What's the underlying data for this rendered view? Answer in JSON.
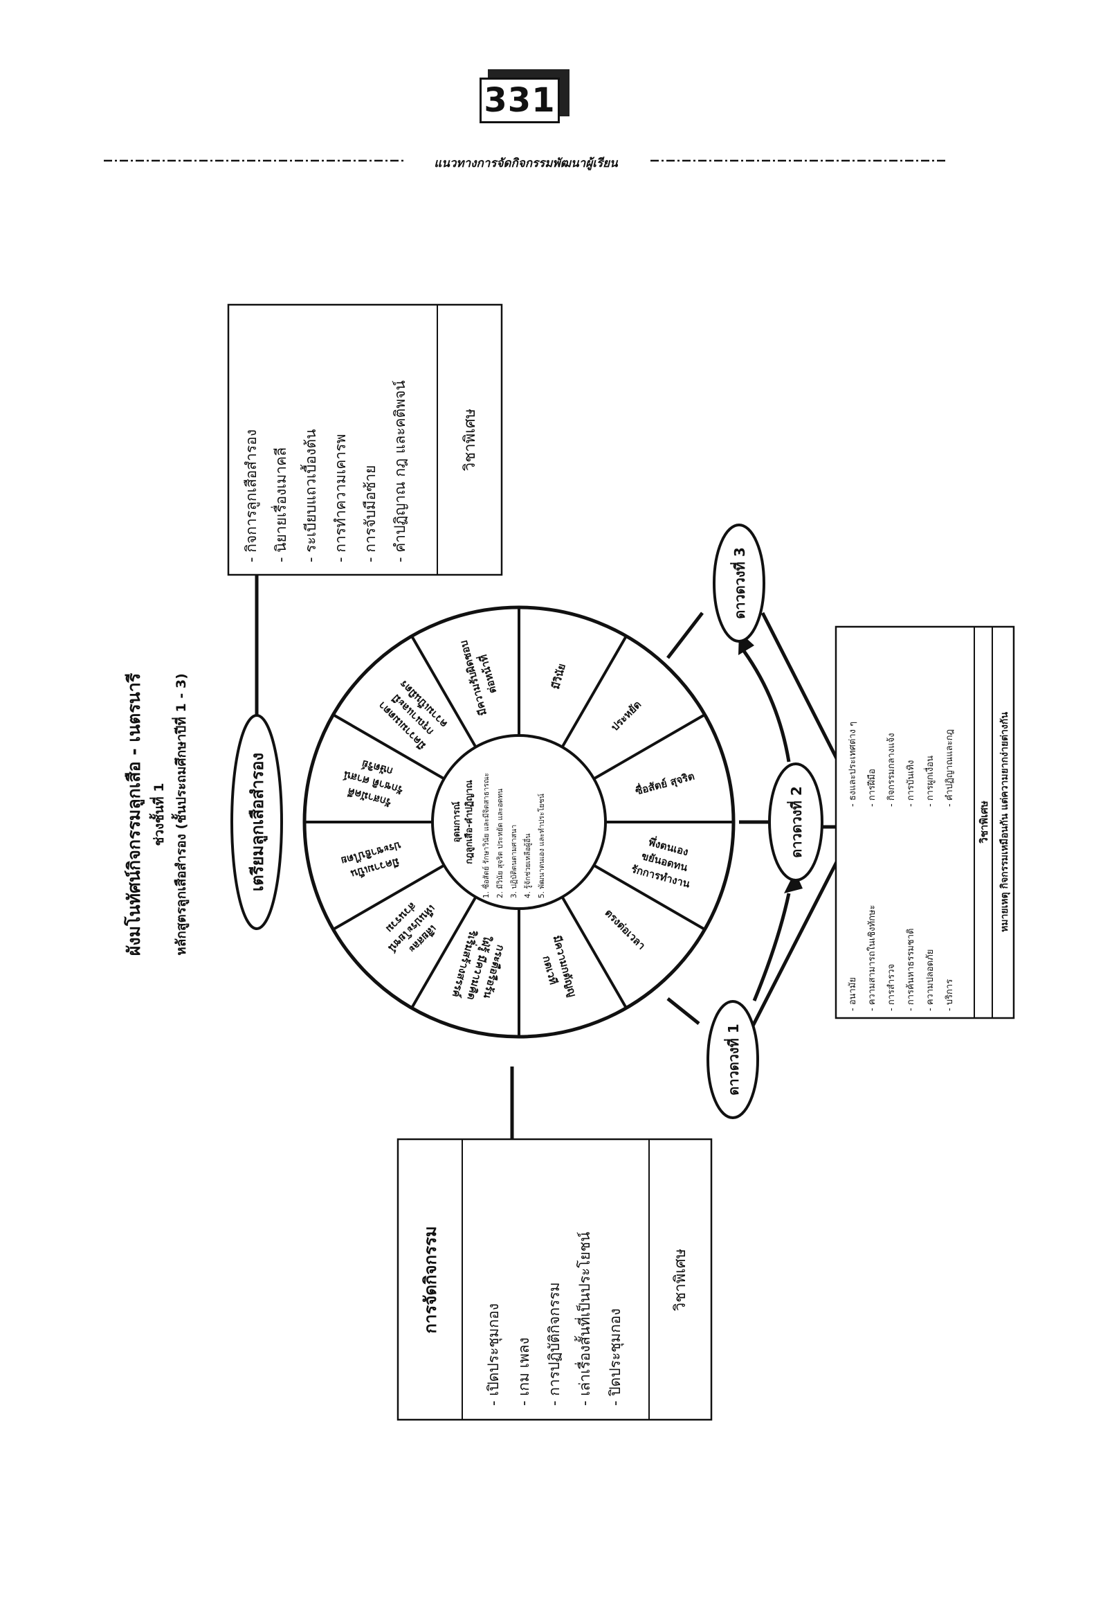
{
  "page_number": "331",
  "header_title": "แนวทางการจัดกิจกรรมพัฒนาผู้เรียน",
  "diagram_title": [
    "ผังมโนทัศน์กิจกรรมลูกเสือ - เนตรนารี",
    "ช่วงชั้นที่ 1",
    "หลักสูตรลูกเสือสำรอง (ชั้นประถมศึกษาปีที่ 1 - 3)"
  ],
  "hub": {
    "title": [
      "อุดมการณ์",
      "กฎลูกเสือ-คำปฏิญาณ"
    ],
    "lines": [
      "1. ซื่อสัตย์ รักษาวินัย และมีจิตสาธารณะ",
      "2. มีวินัย สุจริต ประหยัด และอดทน",
      "3. ปฏิบัติตนตามศาสนา",
      "4. รู้จักช่วยเหลือผู้อื่น",
      "5. พัฒนาตนเอง และทำประโยชน์"
    ]
  },
  "wheel_segments": [
    [
      "มีวินัย"
    ],
    [
      "ประหยัด"
    ],
    [
      "ซื่อสัตย์ สุจริต"
    ],
    [
      "พึ่งตนเอง",
      "ขยันอดทน",
      "รักการทำงาน"
    ],
    [
      "ตรงต่อเวลา"
    ],
    [
      "มีความกตัญญู",
      "กตเวที"
    ],
    [
      "กระตือรือร้น",
      "ใฝ่รู้ มีความคิด",
      "ริเริ่มสร้างสรรค์"
    ],
    [
      "เสียสละ",
      "เห็นประโยชน์",
      "ส่วนรวม"
    ],
    [
      "มีความเป็น",
      "ประชาธิปไตย"
    ],
    [
      "รักสามัคคี",
      "รักชาติ ศาสน์",
      "กษัตริย์"
    ],
    [
      "มีความเมตตา",
      "กรุณาและมี",
      "ความเป็นมิตร"
    ],
    [
      "มีความรับผิดชอบ",
      "ต่อหน้าที่"
    ]
  ],
  "node_prep": "เตรียมลูกเสือสำรอง",
  "node_star1": "ดาวดวงที่ 1",
  "node_star2": "ดาวดวงที่ 2",
  "node_star3": "ดาวดวงที่ 3",
  "box_prep": {
    "items": [
      "- กิจการลูกเสือสำรอง",
      "- นิยายเรื่องเมาคลี",
      "- ระเบียบแถวเบื้องต้น",
      "- การทำความเคารพ",
      "- การจับมือซ้าย",
      "- คำปฏิญาณ กฎ และคติพจน์"
    ],
    "footer": "วิชาพิเศษ"
  },
  "box_activity": {
    "title": "การจัดกิจกรรม",
    "items": [
      "- เปิดประชุมกอง",
      "- เกม เพลง",
      "- การปฏิบัติกิจกรรม",
      "- เล่าเรื่องสั้นที่เป็นประโยชน์",
      "- ปิดประชุมกอง"
    ],
    "footer": "วิชาพิเศษ"
  },
  "box_stars": {
    "col1": [
      "- อนามัย",
      "- ความสามารถในเชิงทักษะ",
      "- การสำรวจ",
      "- การค้นหาธรรมชาติ",
      "- ความปลอดภัย",
      "- บริการ"
    ],
    "col2": [
      "- ธงและประเทศต่าง ๆ",
      "- การฝีมือ",
      "- กิจกรรมกลางแจ้ง",
      "- การบันเทิง",
      "- การผูกเงื่อน",
      "- คำปฏิญาณและกฎ"
    ],
    "footer": "วิชาพิเศษ",
    "note": "หมายเหตุ กิจกรรมเหมือนกัน แต่ความยากง่ายต่างกัน"
  }
}
